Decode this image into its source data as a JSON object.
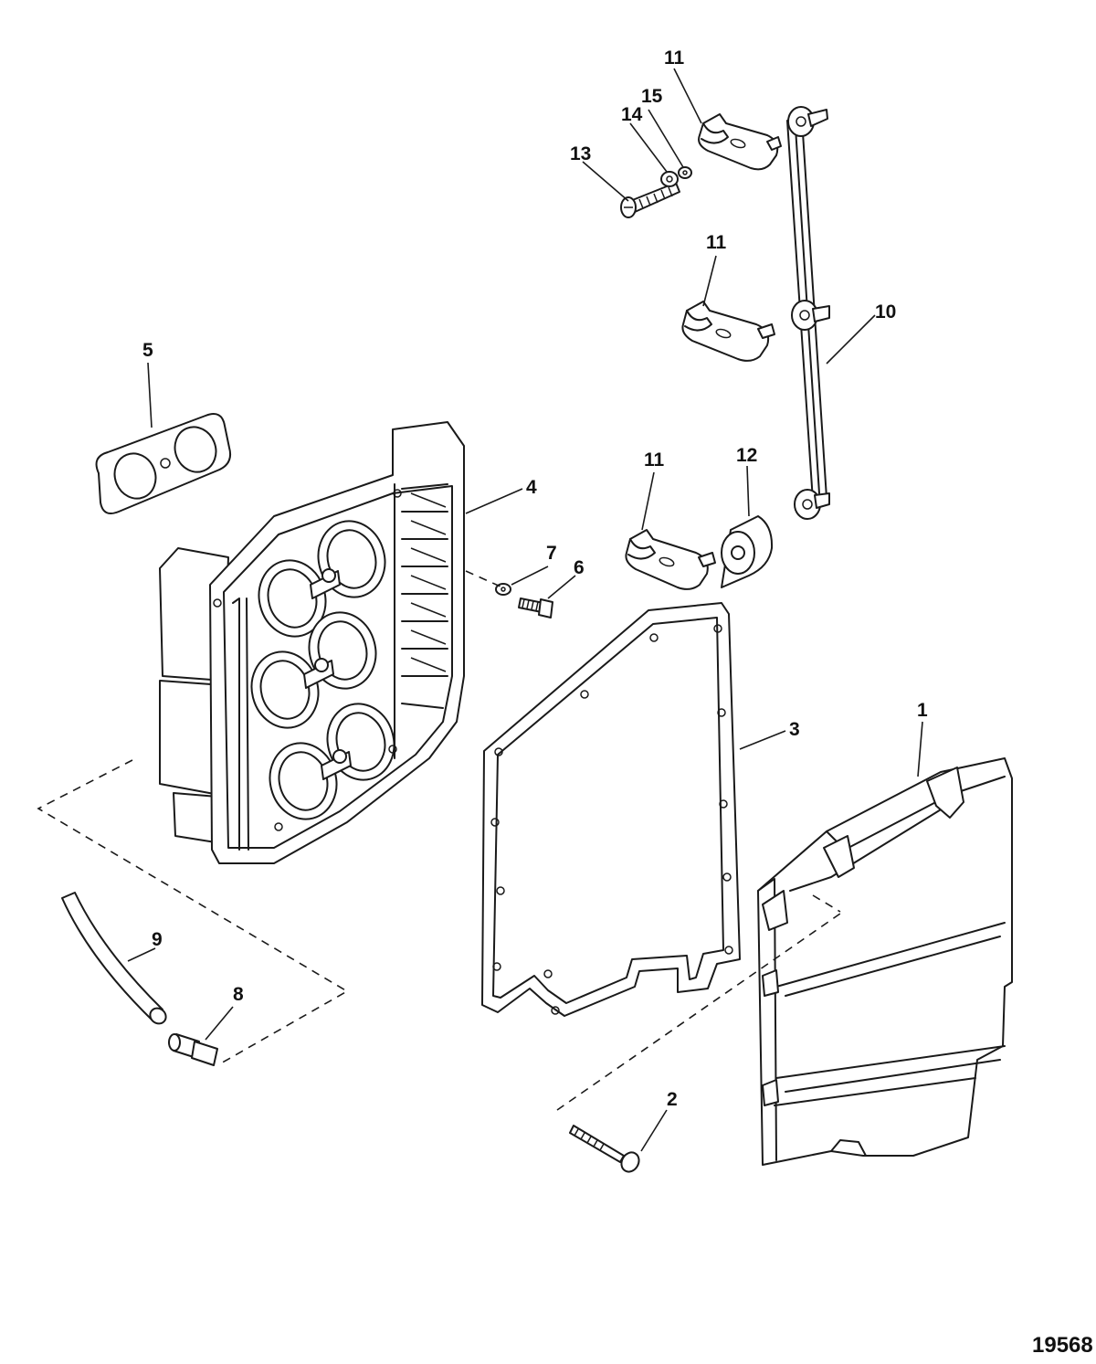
{
  "figure_number": "19568",
  "callouts": [
    {
      "id": "c1",
      "label": "1"
    },
    {
      "id": "c2",
      "label": "2"
    },
    {
      "id": "c3",
      "label": "3"
    },
    {
      "id": "c4",
      "label": "4"
    },
    {
      "id": "c5",
      "label": "5"
    },
    {
      "id": "c6",
      "label": "6"
    },
    {
      "id": "c7",
      "label": "7"
    },
    {
      "id": "c8",
      "label": "8"
    },
    {
      "id": "c9",
      "label": "9"
    },
    {
      "id": "c10",
      "label": "10"
    },
    {
      "id": "c11a",
      "label": "11"
    },
    {
      "id": "c11b",
      "label": "11"
    },
    {
      "id": "c11c",
      "label": "11"
    },
    {
      "id": "c12",
      "label": "12"
    },
    {
      "id": "c13",
      "label": "13"
    },
    {
      "id": "c14",
      "label": "14"
    },
    {
      "id": "c15",
      "label": "15"
    }
  ]
}
